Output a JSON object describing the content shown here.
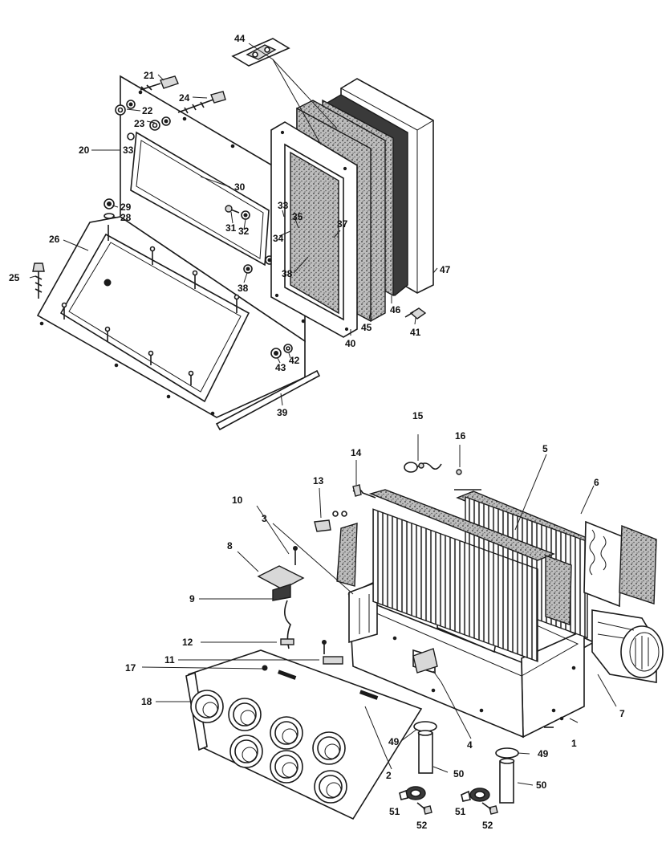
{
  "callouts": [
    {
      "id": "1",
      "text": "1"
    },
    {
      "id": "2",
      "text": "2"
    },
    {
      "id": "3",
      "text": "3"
    },
    {
      "id": "4",
      "text": "4"
    },
    {
      "id": "5",
      "text": "5"
    },
    {
      "id": "6",
      "text": "6"
    },
    {
      "id": "7",
      "text": "7"
    },
    {
      "id": "8",
      "text": "8"
    },
    {
      "id": "9",
      "text": "9"
    },
    {
      "id": "10",
      "text": "10"
    },
    {
      "id": "11",
      "text": "11"
    },
    {
      "id": "12",
      "text": "12"
    },
    {
      "id": "13",
      "text": "13"
    },
    {
      "id": "14",
      "text": "14"
    },
    {
      "id": "15",
      "text": "15"
    },
    {
      "id": "16",
      "text": "16"
    },
    {
      "id": "17",
      "text": "17"
    },
    {
      "id": "18",
      "text": "18"
    },
    {
      "id": "20",
      "text": "20"
    },
    {
      "id": "21",
      "text": "21"
    },
    {
      "id": "22",
      "text": "22"
    },
    {
      "id": "23",
      "text": "23"
    },
    {
      "id": "24",
      "text": "24"
    },
    {
      "id": "25",
      "text": "25"
    },
    {
      "id": "26",
      "text": "26"
    },
    {
      "id": "28",
      "text": "28"
    },
    {
      "id": "29",
      "text": "29"
    },
    {
      "id": "30",
      "text": "30"
    },
    {
      "id": "31",
      "text": "31"
    },
    {
      "id": "32",
      "text": "32"
    },
    {
      "id": "33a",
      "text": "33"
    },
    {
      "id": "33b",
      "text": "33"
    },
    {
      "id": "34",
      "text": "34"
    },
    {
      "id": "35",
      "text": "35"
    },
    {
      "id": "37",
      "text": "37"
    },
    {
      "id": "38a",
      "text": "38"
    },
    {
      "id": "38b",
      "text": "38"
    },
    {
      "id": "39",
      "text": "39"
    },
    {
      "id": "40",
      "text": "40"
    },
    {
      "id": "41",
      "text": "41"
    },
    {
      "id": "42",
      "text": "42"
    },
    {
      "id": "43",
      "text": "43"
    },
    {
      "id": "44",
      "text": "44"
    },
    {
      "id": "45",
      "text": "45"
    },
    {
      "id": "46",
      "text": "46"
    },
    {
      "id": "47",
      "text": "47"
    },
    {
      "id": "49a",
      "text": "49"
    },
    {
      "id": "49b",
      "text": "49"
    },
    {
      "id": "50a",
      "text": "50"
    },
    {
      "id": "50b",
      "text": "50"
    },
    {
      "id": "51a",
      "text": "51"
    },
    {
      "id": "51b",
      "text": "51"
    },
    {
      "id": "52a",
      "text": "52"
    },
    {
      "id": "52b",
      "text": "52"
    }
  ]
}
